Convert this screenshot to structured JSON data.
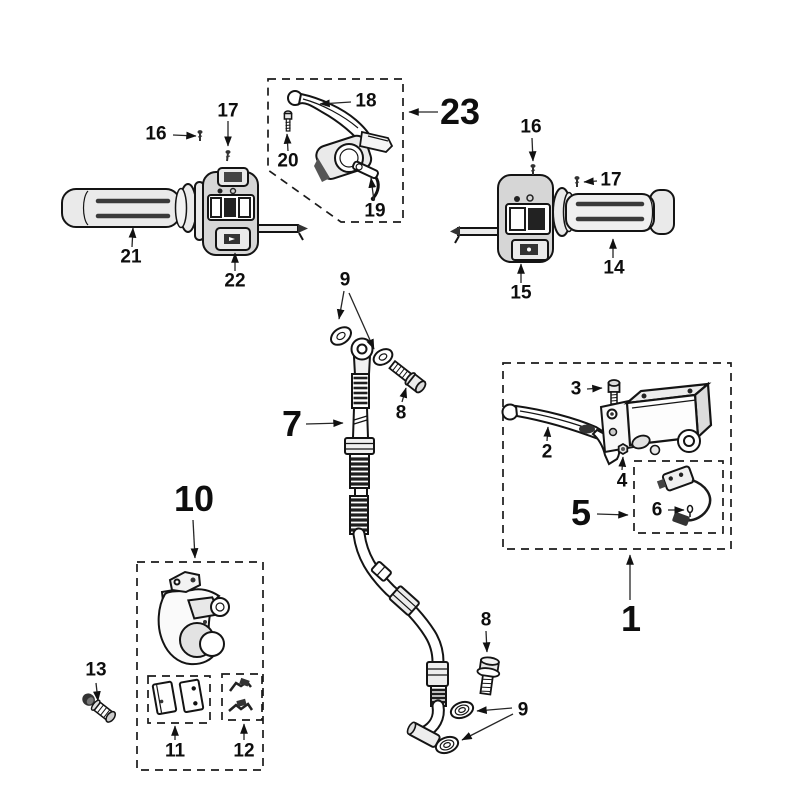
{
  "meta": {
    "kind": "exploded-parts-diagram",
    "background": "#ffffff",
    "ink_color": "#141414",
    "fill_light": "#eaeaea"
  },
  "callouts": {
    "c16_left": "16",
    "c17_left": "17",
    "c18": "18",
    "c23": "23",
    "c20": "20",
    "c19": "19",
    "c21": "21",
    "c22": "22",
    "c16_right": "16",
    "c17_right": "17",
    "c15": "15",
    "c14": "14",
    "c9_top": "9",
    "c8_top": "8",
    "c7": "7",
    "c2": "2",
    "c3": "3",
    "c4": "4",
    "c5": "5",
    "c6": "6",
    "c1": "1",
    "c10": "10",
    "c13": "13",
    "c11": "11",
    "c12": "12",
    "c8_bottom": "8",
    "c9_bottom": "9"
  }
}
